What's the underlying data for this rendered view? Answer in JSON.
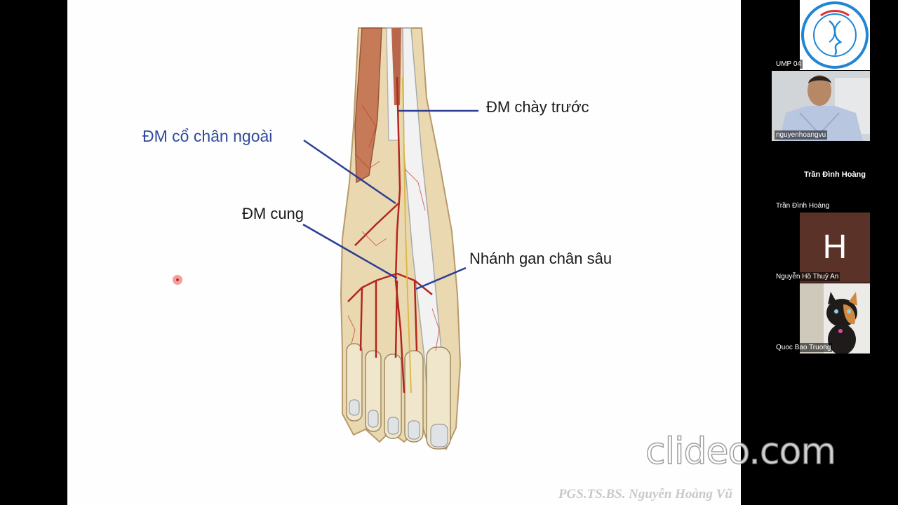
{
  "slide": {
    "labels": {
      "anterior_tibial": "ĐM chày trước",
      "lateral_tarsal": "ĐM cổ chân ngoài",
      "arcuate": "ĐM cung",
      "deep_plantar": "Nhánh gan chân sâu"
    },
    "credit": "PGS.TS.BS. Nguyễn Hoàng Vũ"
  },
  "watermark": "clideo.com",
  "participants": [
    {
      "name": "UMP 04",
      "kind": "logo"
    },
    {
      "name": "nguyenhoangvu",
      "kind": "video"
    },
    {
      "name": "Trần Đình Hoàng",
      "display": "Trần Đình Hoàng",
      "kind": "name-only"
    },
    {
      "name": "Nguyễn Hồ Thuỷ An",
      "initial": "H",
      "kind": "avatar"
    },
    {
      "name": "Quoc Bao Truong",
      "kind": "photo"
    }
  ],
  "colors": {
    "label_blue": "#2f4a9a",
    "avatar_bg": "#5a3228",
    "arrow": "#2c3f94"
  }
}
